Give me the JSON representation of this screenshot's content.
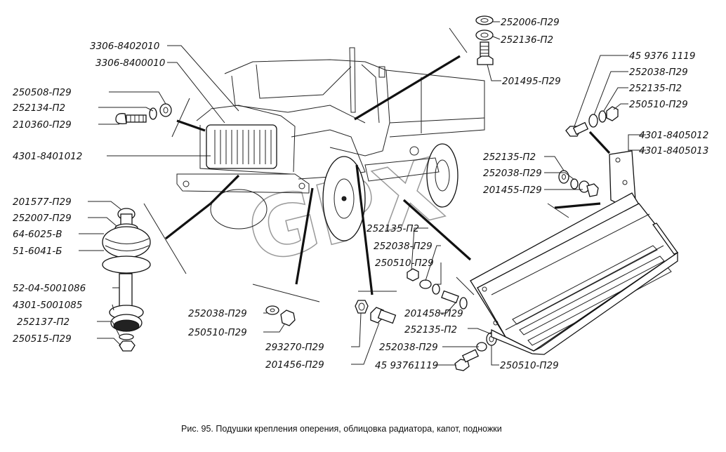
{
  "caption": "Рис. 95. Подушки крепления оперения, облицовка радиатора, капот, подножки",
  "watermark": "GPX",
  "labels": {
    "l_3306_8402010": "3306-8402010",
    "l_3306_8400010": "3306-8400010",
    "l_250508": "250508-П29",
    "l_252134": "252134-П2",
    "l_210360": "210360-П29",
    "l_4301_8401012": "4301-8401012",
    "l_201577": "201577-П29",
    "l_252007": "252007-П29",
    "l_64_6025": "64-6025-В",
    "l_51_6041": "51-6041-Б",
    "l_52_04": "52-04-5001086",
    "l_4301_5001085": "4301-5001085",
    "l_252137": "252137-П2",
    "l_250515": "250515-П29",
    "l_252006": "252006-П29",
    "l_252136": "252136-П2",
    "l_201495": "201495-П29",
    "l_459376_a": "45 9376 1119",
    "l_252038_a": "252038-П29",
    "l_252135_a": "252135-П2",
    "l_250510_a": "250510-П29",
    "l_4301_8405012": "4301-8405012",
    "l_4301_8405013": "4301-8405013",
    "l_252135_b": "252135-П2",
    "l_252038_b": "252038-П29",
    "l_201455": "201455-П29",
    "l_252135_c": "252135-П2",
    "l_252038_c": "252038-П29",
    "l_250510_b": "250510-П29",
    "l_252038_d": "252038-П29",
    "l_250510_c": "250510-П29",
    "l_201458": "201458-П29",
    "l_252135_d": "252135-П2",
    "l_252038_e": "252038-П29",
    "l_459376_b": "45 93761119",
    "l_250510_d": "250510-П29",
    "l_293270": "293270-П29",
    "l_201456": "201456-П29"
  }
}
